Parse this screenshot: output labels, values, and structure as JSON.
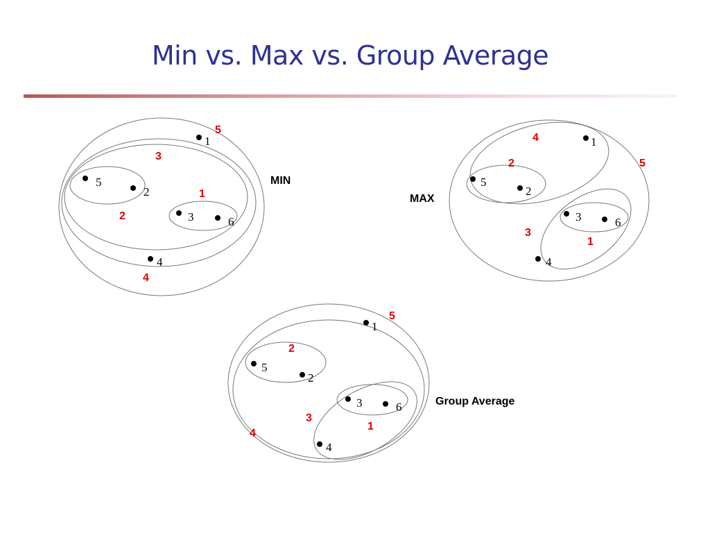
{
  "title": "Min vs. Max vs. Group Average",
  "panels": {
    "min": {
      "method_label": "MIN",
      "points": [
        "1",
        "5",
        "2",
        "3",
        "6",
        "4"
      ],
      "merge_order": [
        "5",
        "3",
        "1",
        "2",
        "4"
      ]
    },
    "max": {
      "method_label": "MAX",
      "points": [
        "1",
        "5",
        "2",
        "3",
        "6",
        "4"
      ],
      "merge_order": [
        "4",
        "2",
        "5",
        "3",
        "1"
      ]
    },
    "group_average": {
      "method_label": "Group Average",
      "points": [
        "1",
        "5",
        "2",
        "3",
        "6",
        "4"
      ],
      "merge_order": [
        "5",
        "2",
        "3",
        "4",
        "1"
      ]
    }
  },
  "colors": {
    "title": "#2e3192",
    "merge_number": "#e00000"
  }
}
